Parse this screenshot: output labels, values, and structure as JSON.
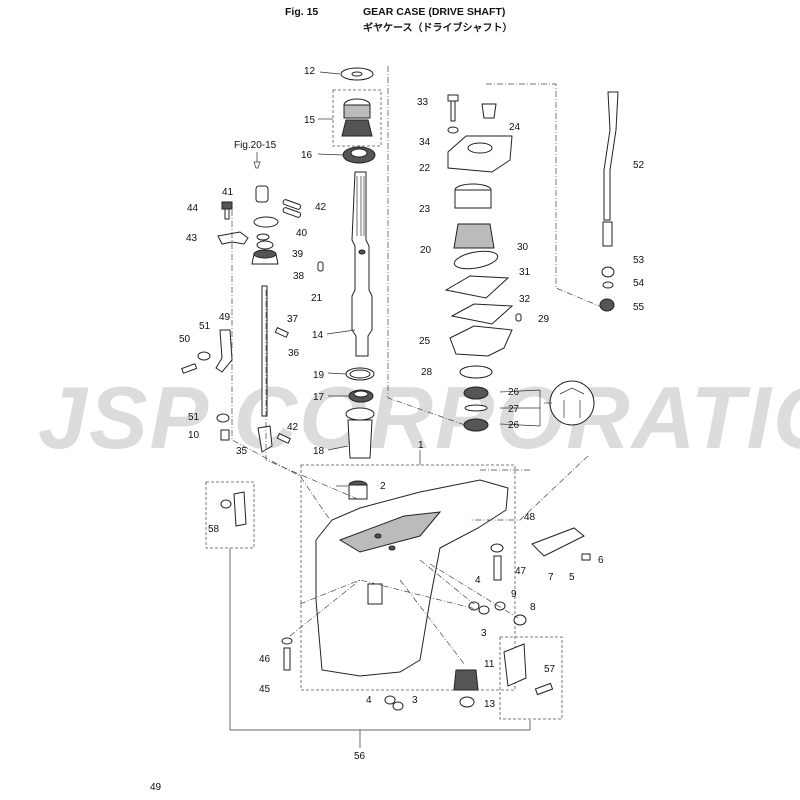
{
  "header": {
    "figure_number": "Fig. 15",
    "title_en": "GEAR CASE (DRIVE SHAFT)",
    "title_jp": "ギヤケース（ドライブシャフト）"
  },
  "watermark": "JSP CORPORATION",
  "page_number": "49",
  "callouts": {
    "c1": "1",
    "c2": "2",
    "c3a": "3",
    "c3b": "3",
    "c4a": "4",
    "c4b": "4",
    "c5": "5",
    "c6": "6",
    "c7": "7",
    "c8": "8",
    "c9": "9",
    "c10": "10",
    "c11": "11",
    "c12": "12",
    "c13": "13",
    "c14": "14",
    "c15": "15",
    "c16": "16",
    "c17": "17",
    "c18": "18",
    "c19": "19",
    "c20": "20",
    "c21": "21",
    "c22": "22",
    "c23": "23",
    "c24": "24",
    "c25": "25",
    "c26a": "26",
    "c26b": "26",
    "c27": "27",
    "c28": "28",
    "c29": "29",
    "c30": "30",
    "c31": "31",
    "c32": "32",
    "c33": "33",
    "c34": "34",
    "c35": "35",
    "c36": "36",
    "c37": "37",
    "c38": "38",
    "c39": "39",
    "c40": "40",
    "c41": "41",
    "c42a": "42",
    "c42b": "42",
    "c43": "43",
    "c44": "44",
    "c45": "45",
    "c46": "46",
    "c47": "47",
    "c48": "48",
    "c49": "49",
    "c50": "50",
    "c51a": "51",
    "c51b": "51",
    "c52": "52",
    "c53": "53",
    "c54": "54",
    "c55": "55",
    "c56": "56",
    "c57": "57",
    "c58": "58",
    "fig_ref": "Fig.20-15"
  }
}
